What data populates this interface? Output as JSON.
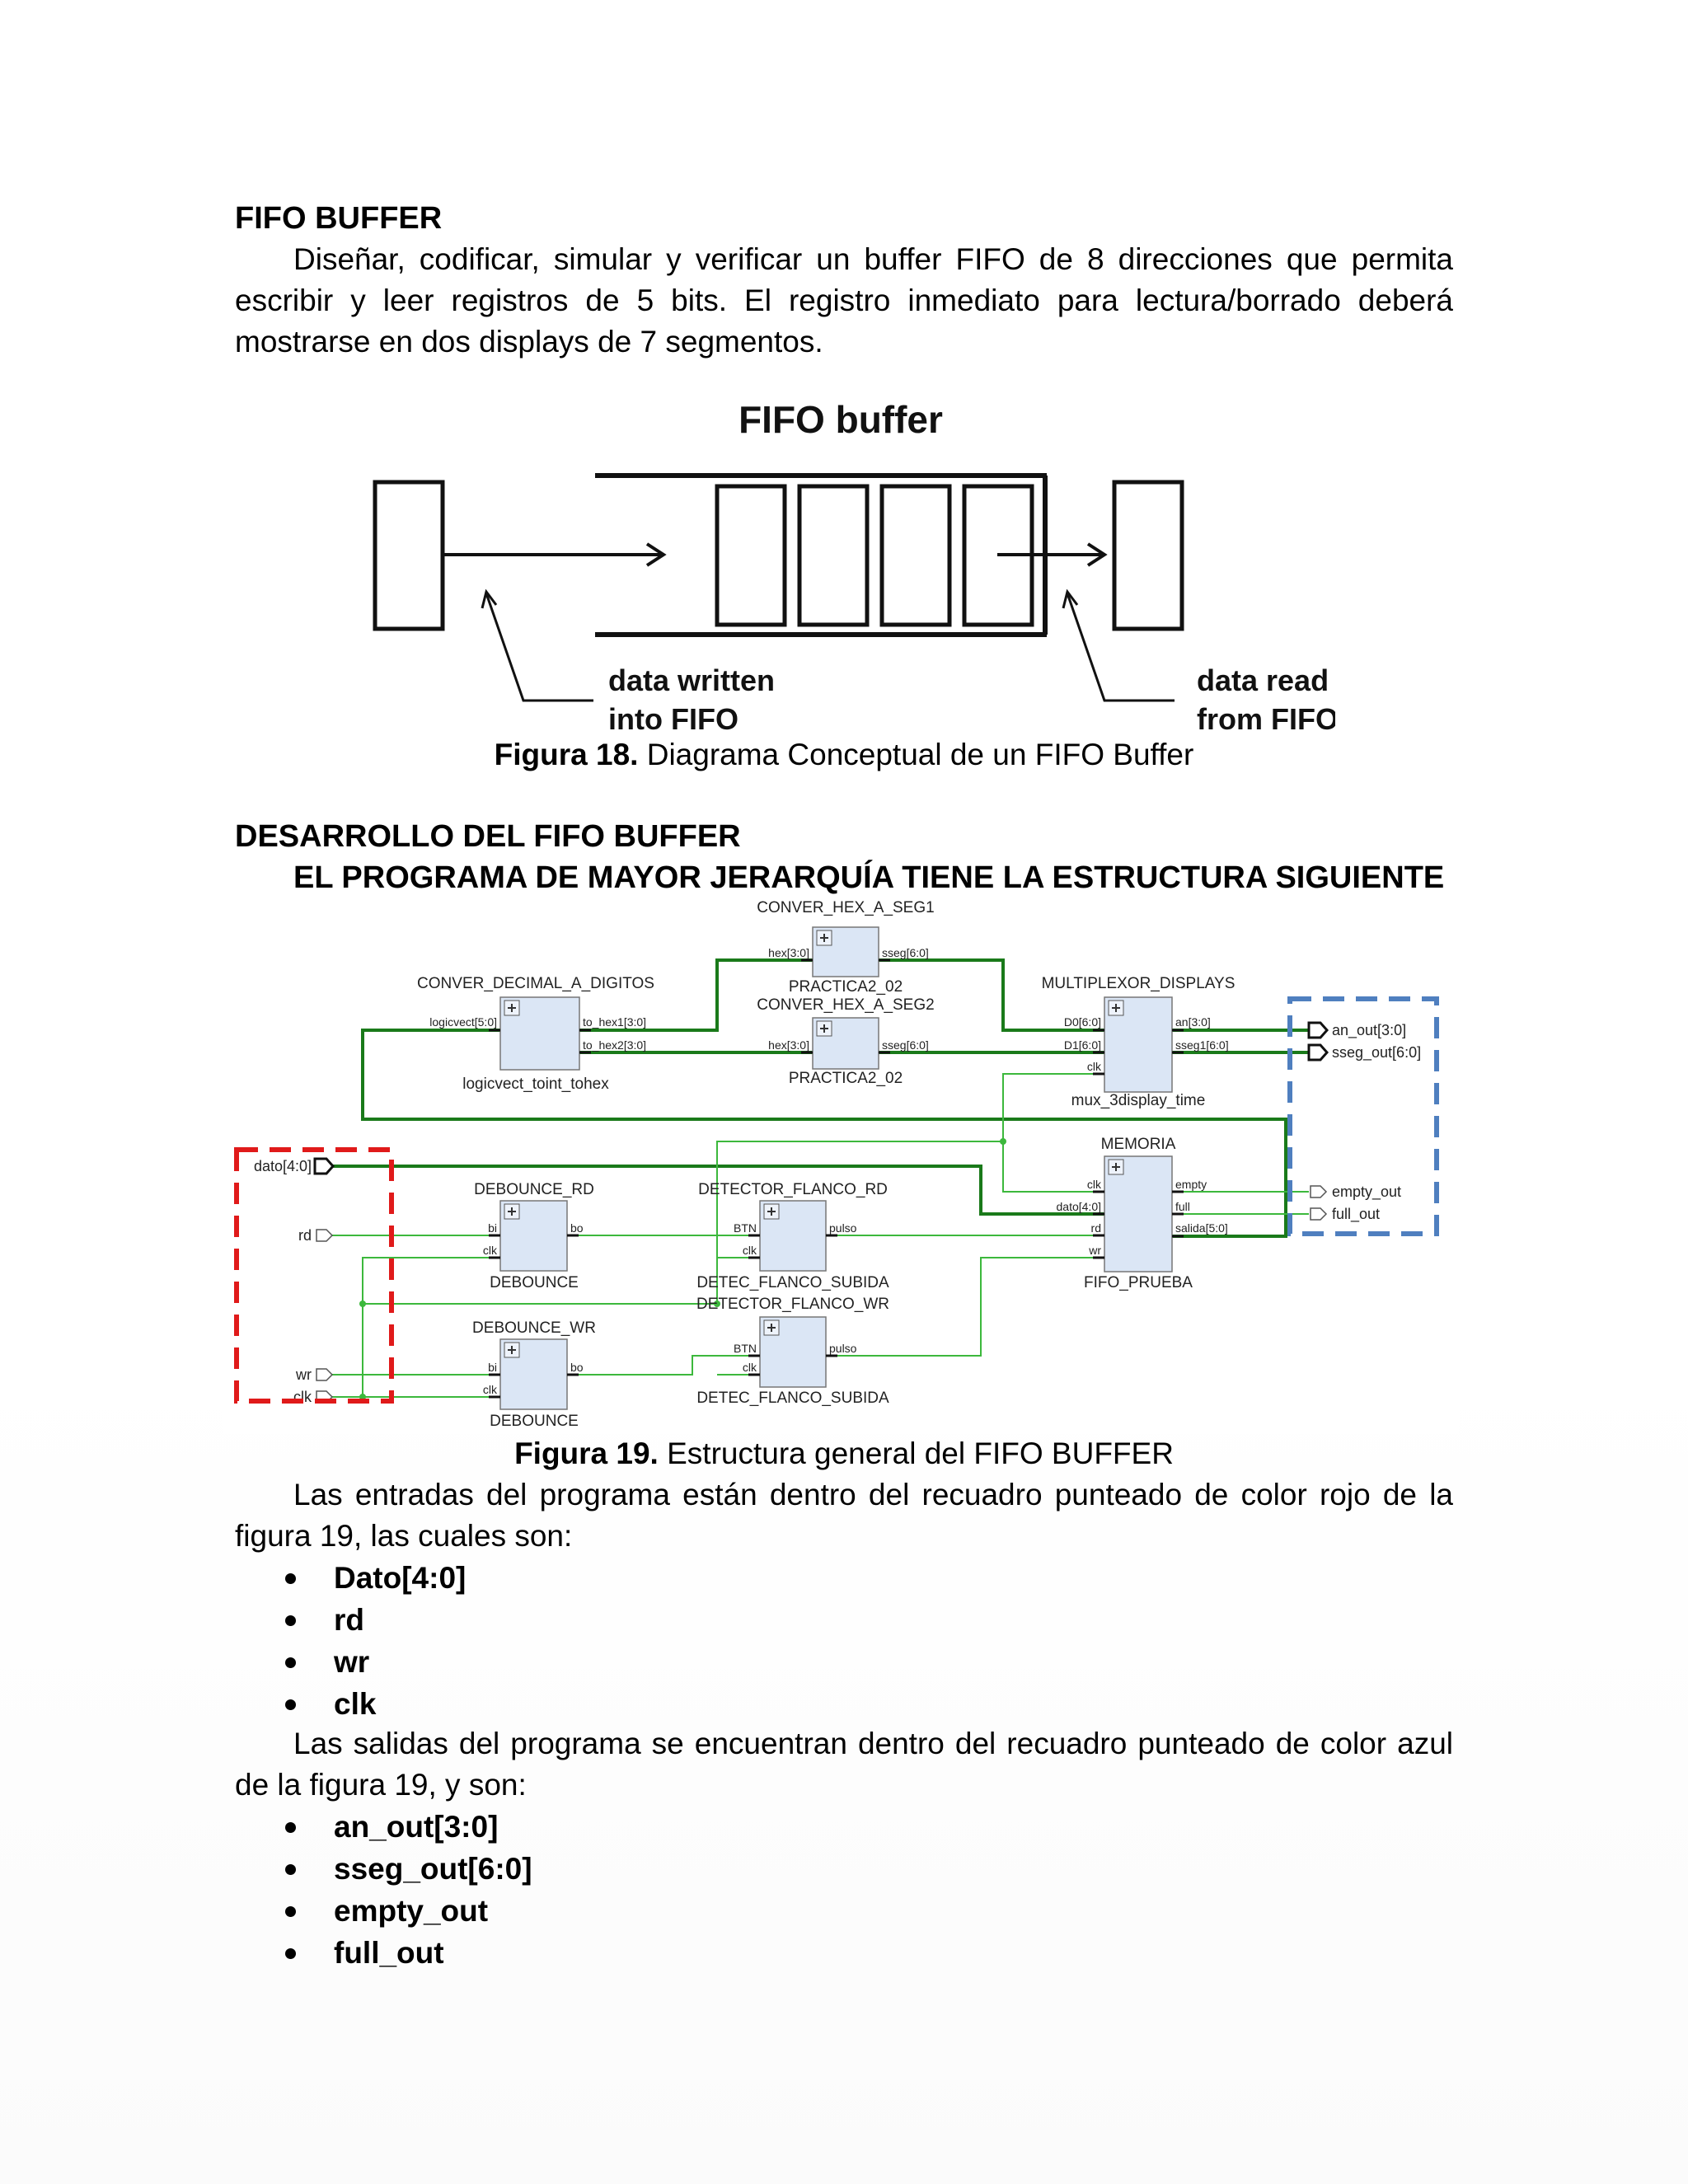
{
  "section1": {
    "title": "FIFO BUFFER",
    "paragraph": "Diseñar, codificar, simular y verificar un buffer FIFO de 8 direcciones que permita escribir y leer registros de 5 bits. El registro inmediato para lectura/borrado deberá mostrarse en dos displays de 7 segmentos."
  },
  "figure18": {
    "title": "FIFO buffer",
    "label_written_1": "data written",
    "label_written_2": "into FIFO",
    "label_read_1": "data read",
    "label_read_2": "from FIFO",
    "caption_bold": "Figura 18.",
    "caption_text": " Diagrama Conceptual de un FIFO Buffer"
  },
  "section2": {
    "title": "DESARROLLO DEL FIFO BUFFER",
    "subtitle": "EL PROGRAMA DE MAYOR JERARQUÍA TIENE LA ESTRUCTURA SIGUIENTE"
  },
  "figure19": {
    "blocks": {
      "conv_hex1": {
        "instance": "CONVER_HEX_A_SEG1",
        "module": "PRACTICA2_02",
        "in": "hex[3:0]",
        "out": "sseg[6:0]"
      },
      "conv_hex2": {
        "instance": "CONVER_HEX_A_SEG2",
        "module": "PRACTICA2_02",
        "in": "hex[3:0]",
        "out": "sseg[6:0]"
      },
      "conv_dec": {
        "instance": "CONVER_DECIMAL_A_DIGITOS",
        "module": "logicvect_toint_tohex",
        "in": "logicvect[5:0]",
        "out1": "to_hex1[3:0]",
        "out2": "to_hex2[3:0]"
      },
      "mux": {
        "instance": "MULTIPLEXOR_DISPLAYS",
        "module": "mux_3display_time",
        "in1": "D0[6:0]",
        "in2": "D1[6:0]",
        "in3": "clk",
        "out1": "an[3:0]",
        "out2": "sseg1[6:0]"
      },
      "memoria": {
        "instance": "MEMORIA",
        "module": "FIFO_PRUEBA",
        "in1": "clk",
        "in2": "dato[4:0]",
        "in3": "rd",
        "in4": "wr",
        "out1": "empty",
        "out2": "full",
        "out3": "salida[5:0]"
      },
      "deb_rd": {
        "instance": "DEBOUNCE_RD",
        "module": "DEBOUNCE",
        "in1": "bi",
        "in2": "clk",
        "out": "bo"
      },
      "deb_wr": {
        "instance": "DEBOUNCE_WR",
        "module": "DEBOUNCE",
        "in1": "bi",
        "in2": "clk",
        "out": "bo"
      },
      "det_rd": {
        "instance": "DETECTOR_FLANCO_RD",
        "module": "DETEC_FLANCO_SUBIDA",
        "in1": "BTN",
        "in2": "clk",
        "out": "pulso"
      },
      "det_wr": {
        "instance": "DETECTOR_FLANCO_WR",
        "module": "DETEC_FLANCO_SUBIDA",
        "in1": "BTN",
        "in2": "clk",
        "out": "pulso"
      }
    },
    "ports_in": {
      "dato": "dato[4:0]",
      "rd": "rd",
      "wr": "wr",
      "clk": "clk"
    },
    "ports_out": {
      "an": "an_out[3:0]",
      "sseg": "sseg_out[6:0]",
      "empty": "empty_out",
      "full": "full_out"
    },
    "caption_bold": "Figura 19.",
    "caption_text": " Estructura general del FIFO BUFFER"
  },
  "inputs_paragraph": "Las entradas del programa están dentro del recuadro punteado de color rojo de la figura 19, las cuales son:",
  "inputs_list": [
    "Dato[4:0]",
    "rd",
    "wr",
    "clk"
  ],
  "outputs_paragraph": "Las salidas del programa se encuentran dentro del recuadro punteado de color azul de la figura 19, y son:",
  "outputs_list": [
    "an_out[3:0]",
    "sseg_out[6:0]",
    "empty_out",
    "full_out"
  ],
  "colors": {
    "wire_bus": "#1a7a1a",
    "wire_single": "#3cb83c",
    "block_fill": "#dbe6f5",
    "red_box": "#e01a1a",
    "blue_box": "#4f7fbf"
  }
}
